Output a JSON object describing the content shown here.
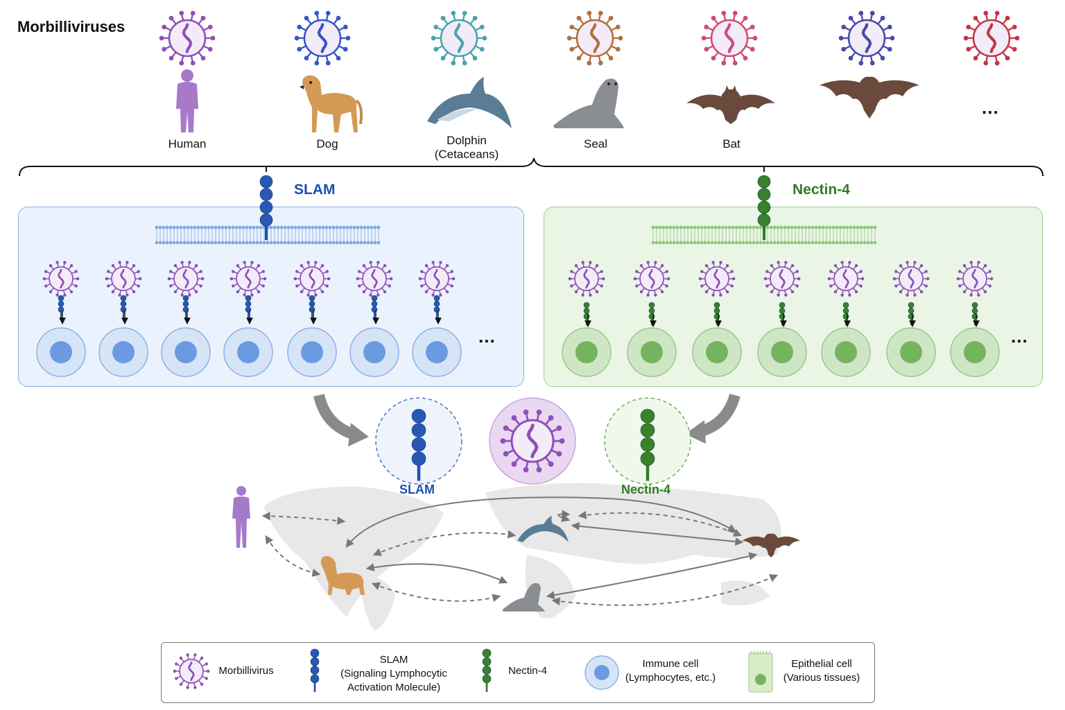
{
  "title": "Morbilliviruses",
  "hosts": [
    {
      "label": "Human"
    },
    {
      "label": "Dog"
    },
    {
      "label": "Dolphin\n(Cetaceans)"
    },
    {
      "label": "Seal"
    },
    {
      "label": "Bat"
    }
  ],
  "more_marker": "...",
  "virus_colors": [
    "#8e4fb8",
    "#3a55c4",
    "#4aa3ac",
    "#b07040",
    "#d04a78",
    "#4a4aa8",
    "#c03848"
  ],
  "receptors": {
    "slam": {
      "label": "SLAM",
      "color": "#1d50b0"
    },
    "nectin": {
      "label": "Nectin-4",
      "color": "#2e7d1f"
    }
  },
  "center": {
    "slam_label": "SLAM",
    "nectin_label": "Nectin-4"
  },
  "legend": [
    {
      "icon": "virus-icon",
      "text": "Morbillivirus"
    },
    {
      "icon": "slam-receptor-icon",
      "text": "SLAM\n(Signaling Lymphocytic\nActivation Molecule)"
    },
    {
      "icon": "nectin-receptor-icon",
      "text": "Nectin-4"
    },
    {
      "icon": "immune-cell-icon",
      "text": "Immune cell\n(Lymphocytes, etc.)"
    },
    {
      "icon": "epithelial-cell-icon",
      "text": "Epithelial cell\n(Various tissues)"
    }
  ]
}
